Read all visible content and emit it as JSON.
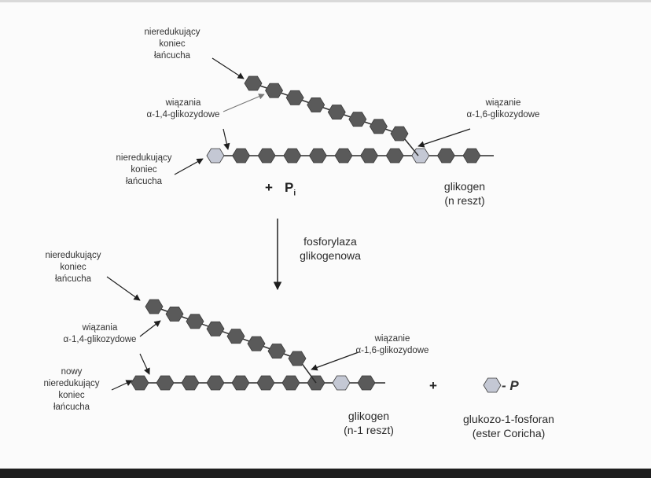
{
  "colors": {
    "residue": "#5a5a5a",
    "released_residue": "#c4c8d4",
    "line": "#2b2b2b",
    "arrow": "#1e1e1e"
  },
  "top": {
    "label_nonreducing_branch": "nieredukujący\nkoniec\nłańcucha",
    "label_bonds_14": "wiązania\nα-1,4-glikozydowe",
    "label_bond_16": "wiązanie\nα-1,6-glikozydowe",
    "label_nonreducing_main": "nieredukujący\nkoniec\nłańcucha",
    "plus": "+",
    "pi_main": "P",
    "pi_sub": "i",
    "glycogen": "glikogen\n(n reszt)"
  },
  "enzyme": "fosforylaza\nglikogenowa",
  "bottom": {
    "label_nonreducing_branch": "nieredukujący\nkoniec\nłańcucha",
    "label_bonds_14": "wiązania\nα-1,4-glikozydowe",
    "label_bond_16": "wiązanie\nα-1,6-glikozydowe",
    "label_new_nonreducing": "nowy\nnieredukujący\nkoniec\nłańcucha",
    "glycogen": "glikogen\n(n-1 reszt)",
    "plus": "+",
    "p_mark": "- P",
    "product": "glukozo-1-fosforan\n(ester Coricha)"
  }
}
